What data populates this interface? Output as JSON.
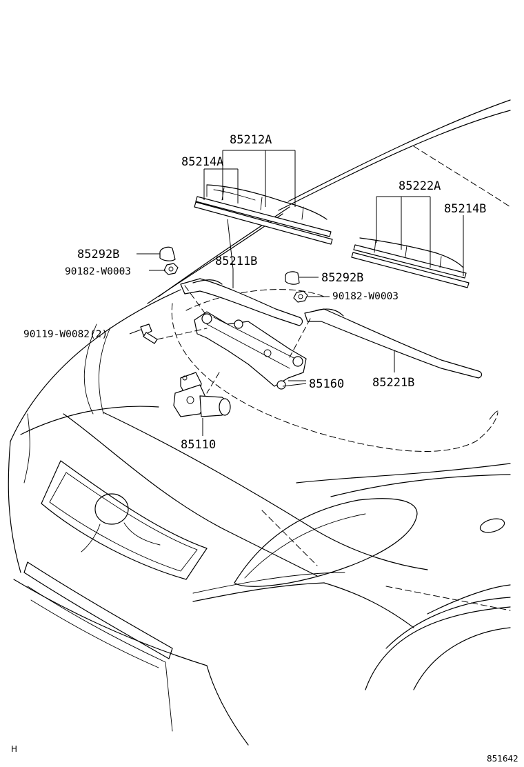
{
  "labels": {
    "blade_assy_lh": "85212A",
    "blade_rubber_lh": "85214A",
    "blade_assy_rh": "85222A",
    "blade_rubber_rh": "85214B",
    "cap_lh": "85292B",
    "nut_lh": "90182-W0003",
    "arm_lh": "85211B",
    "cap_rh": "85292B",
    "nut_rh": "90182-W0003",
    "bolt": "90119-W0082(2)",
    "link_assy": "85160",
    "arm_rh": "85221B",
    "motor": "85110"
  },
  "corner": {
    "left": "H",
    "right": "851642"
  }
}
